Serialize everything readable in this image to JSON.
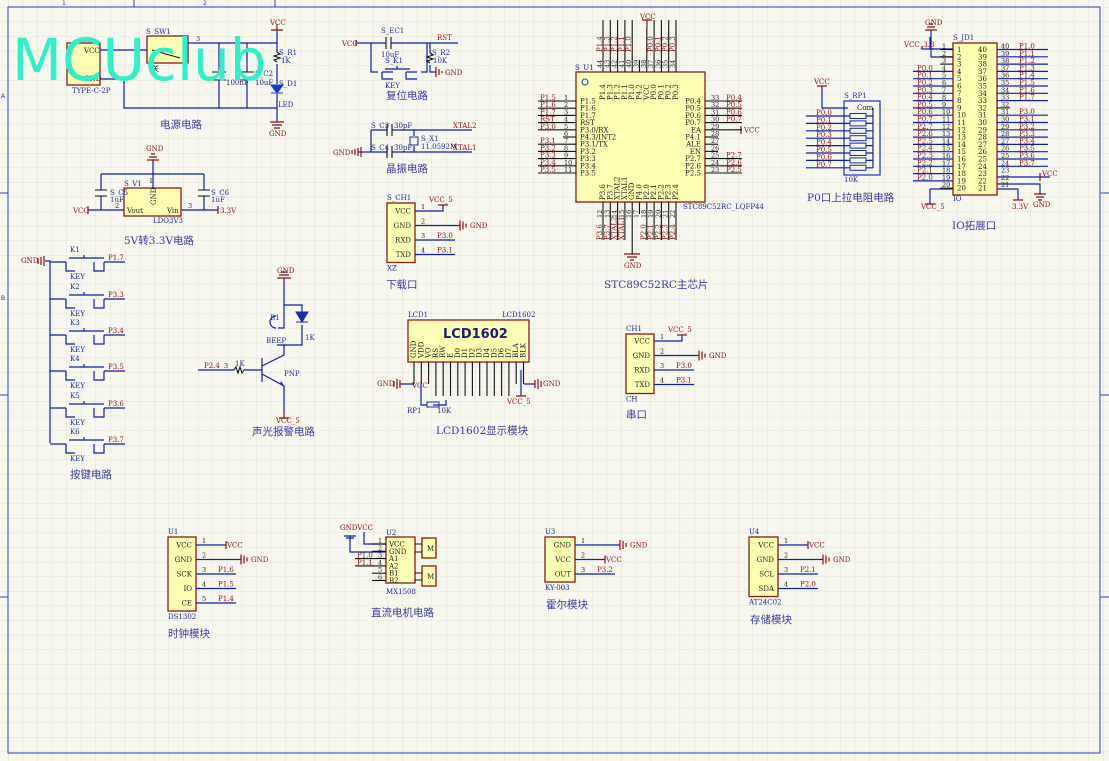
{
  "watermark": "MCUclub",
  "titles": {
    "power": "电源电路",
    "ldo": "5V转3.3V电路",
    "keys": "按键电路",
    "reset": "复位电路",
    "crystal": "晶振电路",
    "download": "下载口",
    "buzzer": "声光报警电路",
    "lcd": "LCD1602显示模块",
    "mcu": "STC89C52RC主芯片",
    "pullup": "P0口上拉电阻电路",
    "io": "IO拓展口",
    "serial": "串口",
    "clock": "时钟模块",
    "motor": "直流电机电路",
    "hall": "霍尔模块",
    "storage": "存储模块"
  },
  "frame": {
    "zones_top": [
      "1",
      "2"
    ],
    "zones_left": [
      "A",
      "B"
    ]
  },
  "power": {
    "conn_part": "TYPE-C-2P",
    "conn_pins": [
      "VCC",
      "GND"
    ],
    "conn_nums": [
      "1",
      "2"
    ],
    "switch_ref": "S_SW1",
    "switch_pin": "3",
    "switch_label": "关",
    "c1": "100nF",
    "c2_ref": "S_C2",
    "c2": "10uF",
    "r1_ref": "S_R1",
    "r1": "1K",
    "d1_ref": "S_D1",
    "d1": "LED",
    "vcc": "VCC",
    "gnd": "GND"
  },
  "ldo": {
    "ref": "S_V1",
    "part": "LDO3V3",
    "pin_out": "Vout",
    "pin_in": "Vin",
    "pin_gnd": "GND",
    "num_gnd": "1",
    "num_out": "2",
    "num_in": "3",
    "c5_ref": "S_C5",
    "c5": "1uF",
    "c6_ref": "S_C6",
    "c6": "1uF",
    "vcc": "VCC",
    "out": "3.3V",
    "gnd": "GND"
  },
  "reset": {
    "ec_ref": "S_EC1",
    "ec": "10uF",
    "k_ref": "S_K1",
    "k": "KEY",
    "r_ref": "S_R2",
    "r": "10K",
    "net": "RST",
    "vcc": "VCC",
    "gnd": "GND"
  },
  "crystal": {
    "c3_ref": "S_C3",
    "c3": "30pF",
    "c4_ref": "S_C4",
    "c4": "30pF",
    "x_ref": "S_X1",
    "x": "11.0592M",
    "xtal2": "XTAL2",
    "xtal1": "XTAL1",
    "gnd": "GND"
  },
  "keys": {
    "gnd": "GND",
    "items": [
      {
        "ref": "K1",
        "part": "KEY",
        "net": "P1.7"
      },
      {
        "ref": "K2",
        "part": "KEY",
        "net": "P3.3"
      },
      {
        "ref": "K3",
        "part": "KEY",
        "net": "P3.4"
      },
      {
        "ref": "K4",
        "part": "KEY",
        "net": "P3.5"
      },
      {
        "ref": "K5",
        "part": "KEY",
        "net": "P3.6"
      },
      {
        "ref": "K6",
        "part": "KEY",
        "net": "P3.7"
      }
    ]
  },
  "buzzer": {
    "gnd": "GND",
    "ref": "B1",
    "part": "BEEP",
    "r": "1K",
    "net": "P2.4",
    "pin": "3",
    "q": "PNP",
    "vcc": "VCC_5",
    "led_r": "1K"
  },
  "lcd": {
    "ref": "LCD1",
    "part": "LCD1602",
    "label": "LCD1602",
    "pins": [
      "GND",
      "VDD",
      "VO",
      "RS",
      "RW",
      "E",
      "D0",
      "D1",
      "D2",
      "D3",
      "D4",
      "D5",
      "D6",
      "D7",
      "BLA",
      "BLK"
    ],
    "gnd": "GND",
    "vcc5": "VCC_5",
    "vcc": "VCC",
    "rp_ref": "RP1",
    "rp": "10K"
  },
  "mcu": {
    "ref": "S_U1",
    "part": "STC89C52RC_LQFP44",
    "vcc": "VCC",
    "gnd": "GND",
    "left": [
      {
        "num": "1",
        "name": "P1.5",
        "net": "P1.5"
      },
      {
        "num": "2",
        "name": "P1.6",
        "net": "P1.6"
      },
      {
        "num": "3",
        "name": "P1.7",
        "net": "P1.7"
      },
      {
        "num": "4",
        "name": "RST",
        "net": "RST"
      },
      {
        "num": "5",
        "name": "P3.0/RX",
        "net": "P3.0"
      },
      {
        "num": "6",
        "name": "P4.3/INT2",
        "net": ""
      },
      {
        "num": "7",
        "name": "P3.1/TX",
        "net": "P3.1"
      },
      {
        "num": "8",
        "name": "P3.2",
        "net": "P3.2"
      },
      {
        "num": "9",
        "name": "P3.3",
        "net": "P3.3"
      },
      {
        "num": "10",
        "name": "P3.4",
        "net": "P3.4"
      },
      {
        "num": "11",
        "name": "P3.5",
        "net": "P3.5"
      }
    ],
    "right": [
      {
        "num": "33",
        "name": "P0.4",
        "net": "P0.4"
      },
      {
        "num": "32",
        "name": "P0.5",
        "net": "P0.5"
      },
      {
        "num": "31",
        "name": "P0.6",
        "net": "P0.6"
      },
      {
        "num": "30",
        "name": "P0.7",
        "net": "P0.7"
      },
      {
        "num": "29",
        "name": "EA",
        "net": "VCC"
      },
      {
        "num": "28",
        "name": "P4.1",
        "net": ""
      },
      {
        "num": "27",
        "name": "ALE",
        "net": ""
      },
      {
        "num": "26",
        "name": "EN",
        "net": ""
      },
      {
        "num": "25",
        "name": "P2.7",
        "net": "P2.7"
      },
      {
        "num": "24",
        "name": "P2.6",
        "net": "P2.6"
      },
      {
        "num": "23",
        "name": "P2.5",
        "net": "P2.5"
      }
    ],
    "top": [
      {
        "num": "44",
        "name": "P1.4",
        "net": "P1.4"
      },
      {
        "num": "43",
        "name": "P1.3",
        "net": "P1.3"
      },
      {
        "num": "42",
        "name": "P1.2",
        "net": "P1.2"
      },
      {
        "num": "41",
        "name": "P1.1",
        "net": "P1.1"
      },
      {
        "num": "40",
        "name": "P1.0",
        "net": "P1.0"
      },
      {
        "num": "39",
        "name": "P4.2",
        "net": ""
      },
      {
        "num": "38",
        "name": "VCC",
        "net": ""
      },
      {
        "num": "37",
        "name": "P0.0",
        "net": "P0.0"
      },
      {
        "num": "36",
        "name": "P0.1",
        "net": "P0.1"
      },
      {
        "num": "35",
        "name": "P0.2",
        "net": "P0.2"
      },
      {
        "num": "34",
        "name": "P0.3",
        "net": "P0.3"
      }
    ],
    "bottom": [
      {
        "num": "12",
        "name": "P3.6",
        "net": "P3.6"
      },
      {
        "num": "13",
        "name": "P3.7",
        "net": "P3.7"
      },
      {
        "num": "14",
        "name": "XTAL2",
        "net": "XTAL2"
      },
      {
        "num": "15",
        "name": "XTAL1",
        "net": "XTAL1"
      },
      {
        "num": "16",
        "name": "GND",
        "net": ""
      },
      {
        "num": "17",
        "name": "P4.0",
        "net": ""
      },
      {
        "num": "18",
        "name": "P2.0",
        "net": "P2.0"
      },
      {
        "num": "19",
        "name": "P2.1",
        "net": "P2.1"
      },
      {
        "num": "20",
        "name": "P2.2",
        "net": "P2.2"
      },
      {
        "num": "21",
        "name": "P2.3",
        "net": "P2.3"
      },
      {
        "num": "22",
        "name": "P2.4",
        "net": "P2.4"
      }
    ]
  },
  "pullup": {
    "ref": "S_RP1",
    "part": "10K",
    "com": "Com",
    "vcc": "VCC",
    "nets": [
      "P0.0",
      "P0.1",
      "P0.2",
      "P0.3",
      "P0.4",
      "P0.5",
      "P0.6",
      "P0.7"
    ]
  },
  "io": {
    "ref": "S_JD1",
    "part": "IO",
    "vcc33": "VCC_3.3",
    "gnd": "GND",
    "vcc5": "VCC_5",
    "v33": "3.3V",
    "vcc": "VCC",
    "left_nets": [
      "",
      "",
      "",
      "P0.0",
      "P0.1",
      "P0.2",
      "P0.3",
      "P0.4",
      "P0.5",
      "P0.6",
      "P0.7",
      "P2.7",
      "P2.6",
      "P2.5",
      "P2.4",
      "P2.3",
      "P2.2",
      "P2.1",
      "P2.0",
      ""
    ],
    "right_nets": [
      "P1.0",
      "P1.1",
      "P1.2",
      "P1.3",
      "P1.4",
      "P1.5",
      "P1.6",
      "P1.7",
      "",
      "P3.0",
      "P3.1",
      "P3.2",
      "P3.3",
      "P3.4",
      "P3.5",
      "P3.6",
      "P3.7",
      "",
      "",
      ""
    ]
  },
  "modules": [
    {
      "ref": "S_CH1",
      "part": "XZ",
      "pins": [
        {
          "num": "1",
          "name": "VCC",
          "net": "VCC_5"
        },
        {
          "num": "2",
          "name": "GND",
          "net": "GND"
        },
        {
          "num": "3",
          "name": "RXD",
          "net": "P3.0"
        },
        {
          "num": "4",
          "name": "TXD",
          "net": "P3.1"
        }
      ]
    },
    {
      "ref": "CH1",
      "part": "CH",
      "pins": [
        {
          "num": "1",
          "name": "VCC",
          "net": "VCC_5"
        },
        {
          "num": "2",
          "name": "GND",
          "net": "GND"
        },
        {
          "num": "3",
          "name": "RXD",
          "net": "P3.0"
        },
        {
          "num": "4",
          "name": "TXD",
          "net": "P3.1"
        }
      ]
    },
    {
      "ref": "U1",
      "part": "DS1302",
      "pins": [
        {
          "num": "1",
          "name": "VCC",
          "net": "VCC"
        },
        {
          "num": "2",
          "name": "GND",
          "net": "GND"
        },
        {
          "num": "3",
          "name": "SCK",
          "net": "P1.6"
        },
        {
          "num": "4",
          "name": "IO",
          "net": "P1.5"
        },
        {
          "num": "5",
          "name": "CE",
          "net": "P1.4"
        }
      ]
    },
    {
      "ref": "U3",
      "part": "KY-003",
      "pins": [
        {
          "num": "1",
          "name": "GND",
          "net": "GND"
        },
        {
          "num": "2",
          "name": "VCC",
          "net": "VCC"
        },
        {
          "num": "3",
          "name": "OUT",
          "net": "P3.2"
        }
      ]
    },
    {
      "ref": "U4",
      "part": "AT24C02",
      "pins": [
        {
          "num": "1",
          "name": "VCC",
          "net": "VCC"
        },
        {
          "num": "2",
          "name": "GND",
          "net": "GND"
        },
        {
          "num": "3",
          "name": "SCL",
          "net": "P2.1"
        },
        {
          "num": "4",
          "name": "SDA",
          "net": "P2.0"
        }
      ]
    },
    {
      "ref": "U2",
      "part": "MX1508",
      "top_labels": "GNDVCC",
      "motor_a": "M",
      "motor_b": "M",
      "pins": [
        {
          "num": "1",
          "name": "VCC",
          "net": ""
        },
        {
          "num": "2",
          "name": "GND",
          "net": ""
        },
        {
          "num": "3",
          "name": "A1",
          "net": "P1.0"
        },
        {
          "num": "4",
          "name": "A2",
          "net": "P1.1"
        },
        {
          "num": "5",
          "name": "B1",
          "net": ""
        },
        {
          "num": "6",
          "name": "B2",
          "net": ""
        }
      ]
    }
  ]
}
